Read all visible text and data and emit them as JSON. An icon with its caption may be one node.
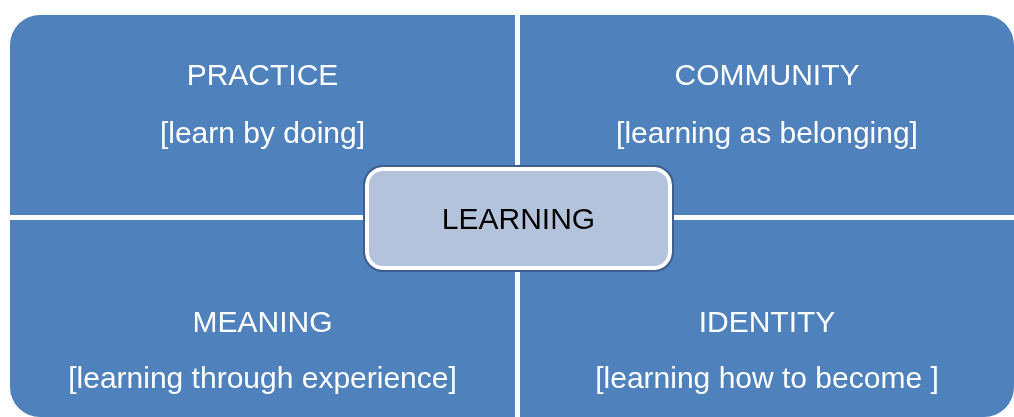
{
  "diagram": {
    "nodes": [
      {
        "text": [
          "PRACTICE",
          "[learn by doing]"
        ]
      },
      {
        "text": [
          "COMMUNITY",
          "[learning as belonging]"
        ]
      },
      {
        "text": [
          "MEANING",
          "[learning through experience]"
        ]
      },
      {
        "text": [
          "IDENTITY",
          "[learning how to become ]"
        ]
      },
      {
        "text": [
          "LEARNING"
        ]
      }
    ]
  }
}
